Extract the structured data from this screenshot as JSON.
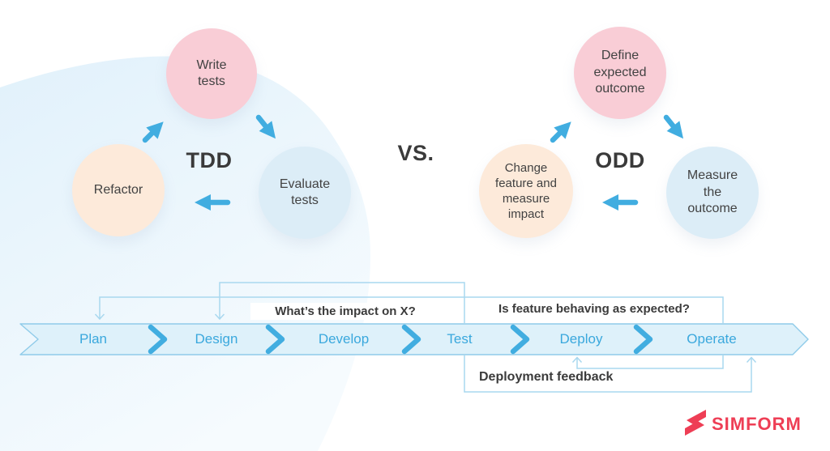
{
  "versus_label": "VS.",
  "cycles": {
    "tdd": {
      "title": "TDD",
      "top": "Write\ntests",
      "right": "Evaluate\ntests",
      "left": "Refactor"
    },
    "odd": {
      "title": "ODD",
      "top": "Define\nexpected\noutcome",
      "right": "Measure\nthe\noutcome",
      "left": "Change\nfeature and\nmeasure\nimpact"
    }
  },
  "pipeline": {
    "stages": [
      "Plan",
      "Design",
      "Develop",
      "Test",
      "Deploy",
      "Operate"
    ],
    "annotations": {
      "impact_question": "What’s the impact on X?",
      "behaving_question": "Is feature behaving as expected?",
      "deployment_feedback": "Deployment feedback"
    }
  },
  "logo": {
    "text": "SIMFORM"
  },
  "colors": {
    "pink": "#f9cdd6",
    "peach": "#fdeada",
    "lightblue": "#dcedf7",
    "arrow-blue": "#41ade0",
    "band-fill": "#def1fa",
    "band-stroke": "#8fcbe9",
    "stage-text": "#3aa8dd",
    "thin-line": "#a9d8ef",
    "dark-text": "#3b3b3b",
    "logo-red": "#ee3e55"
  }
}
